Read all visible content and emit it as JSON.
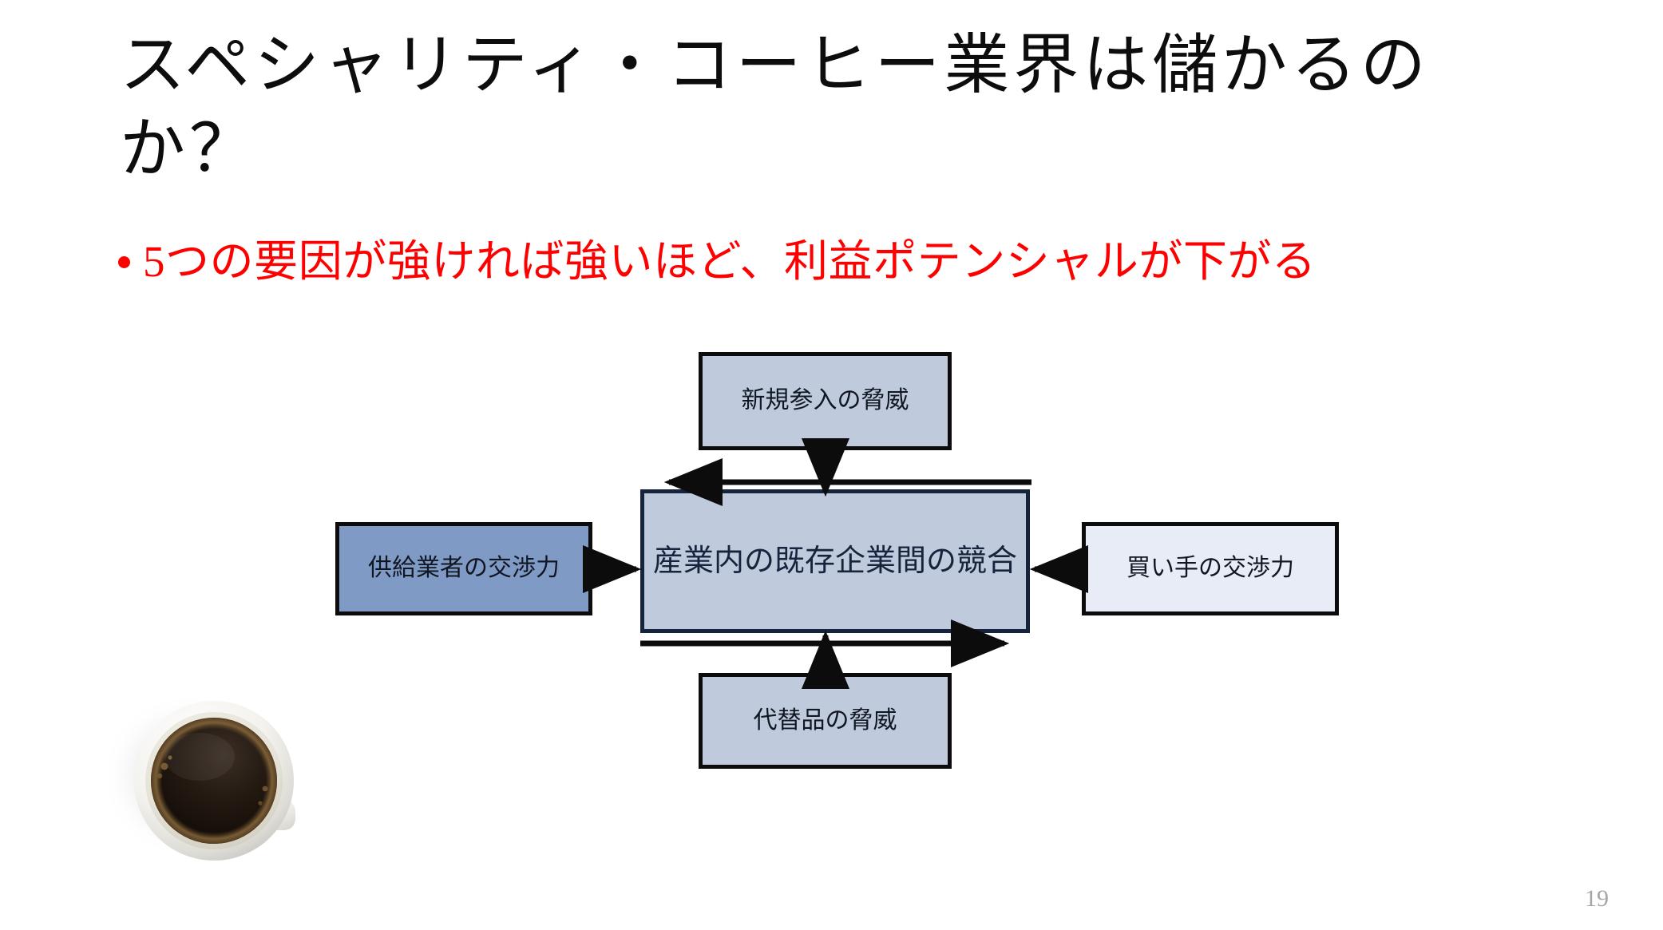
{
  "slide": {
    "title": "スペシャリティ・コーヒー業界は儲かるのか？",
    "page_number": "19",
    "background_color": "#ffffff"
  },
  "bullet": {
    "marker": "•",
    "text": "5つの要因が強ければ強いほど、利益ポテンシャルが下がる",
    "color": "#ff0000"
  },
  "diagram": {
    "name": "five-forces-diagram",
    "nodes": {
      "new_entrants": {
        "label": "新規参入の脅威",
        "fill": "#bfcbdd",
        "border": "#0c0c0c"
      },
      "rivalry": {
        "label": "産業内の既存企業間の競合",
        "fill": "#bfcbdd",
        "border": "#16233d"
      },
      "suppliers": {
        "label": "供給業者の交渉力",
        "fill": "#7f9ac4",
        "border": "#0c0c0c"
      },
      "buyers": {
        "label": "買い手の交渉力",
        "fill": "#e8ecf6",
        "border": "#0c0c0c"
      },
      "substitutes": {
        "label": "代替品の脅威",
        "fill": "#bfcbdd",
        "border": "#0c0c0c"
      }
    },
    "connectors": [
      {
        "name": "new-entrants-to-rivalry",
        "from": "new_entrants",
        "to": "rivalry",
        "direction": "down"
      },
      {
        "name": "substitutes-to-rivalry",
        "from": "substitutes",
        "to": "rivalry",
        "direction": "up"
      },
      {
        "name": "suppliers-to-rivalry",
        "from": "suppliers",
        "to": "rivalry",
        "direction": "right"
      },
      {
        "name": "buyers-to-rivalry",
        "from": "buyers",
        "to": "rivalry",
        "direction": "left"
      },
      {
        "name": "rivalry-top-bar",
        "from": "rivalry",
        "to": "rivalry",
        "direction": "left"
      },
      {
        "name": "rivalry-bottom-bar",
        "from": "rivalry",
        "to": "rivalry",
        "direction": "right"
      }
    ]
  },
  "image": {
    "coffee_cup": "coffee-cup-top-view-photo"
  }
}
